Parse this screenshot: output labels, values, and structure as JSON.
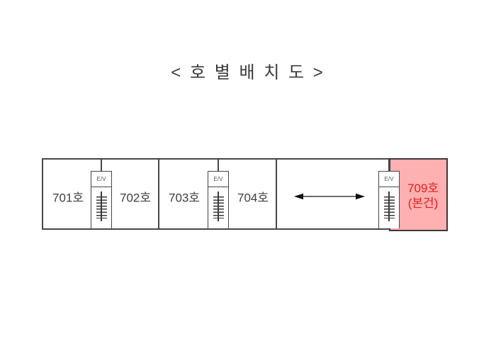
{
  "title": "< 호 별 배 치 도 >",
  "colors": {
    "line": "#474747",
    "text": "#3d3d3d",
    "highlight_fill": "#ffb0b0",
    "highlight_border": "#3a3a3a",
    "highlight_text": "#e01f1f"
  },
  "floor_plan": {
    "elevator_label": "E/V",
    "rooms": [
      {
        "label": "701호",
        "highlighted": false
      },
      {
        "label": "702호",
        "highlighted": false
      },
      {
        "label": "703호",
        "highlighted": false
      },
      {
        "label": "704호",
        "highlighted": false
      },
      {
        "label": "709호",
        "sublabel": "(본건)",
        "highlighted": true
      }
    ]
  }
}
